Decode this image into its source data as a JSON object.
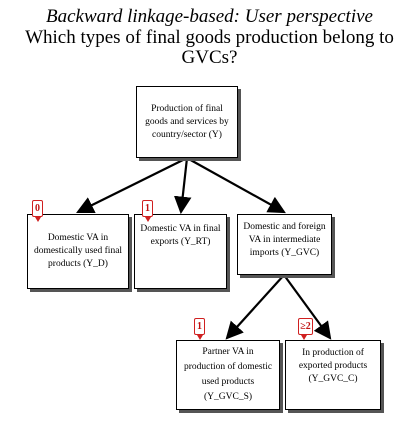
{
  "title": {
    "line1": "Backward linkage-based: User perspective",
    "line2": "Which types of final goods production belong to GVCs?"
  },
  "nodes": {
    "root": {
      "text": "Production of final goods and services by country/sector (Y)"
    },
    "y_d": {
      "text": "Domestic VA in domestically used final products (Y_D)",
      "badge": "0"
    },
    "y_rt": {
      "text": "Domestic VA in final exports (Y_RT)",
      "badge": "1"
    },
    "y_gvc": {
      "text": "Domestic and foreign VA in intermediate imports (Y_GVC)"
    },
    "y_gvc_s": {
      "text": "Partner VA in production of domestic used products (Y_GVC_S)",
      "badge": "1"
    },
    "y_gvc_c": {
      "text": "In production of exported products (Y_GVC_C)",
      "badge": "≥2"
    }
  },
  "colors": {
    "badge": "#d02020",
    "border": "#000000",
    "shadow": "#555555"
  }
}
